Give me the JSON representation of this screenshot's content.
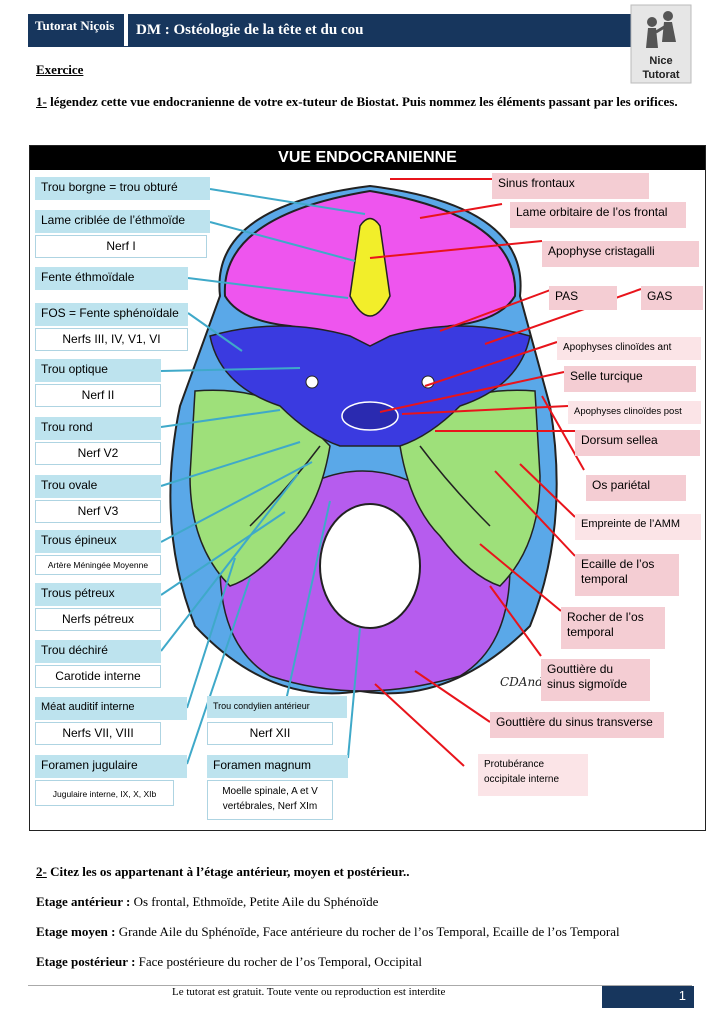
{
  "header": {
    "tab": "Tutorat Niçois",
    "title": "DM : Ostéologie de la tête et du cou",
    "logo_text_1": "Nice",
    "logo_text_2": "Tutorat"
  },
  "exercise": {
    "title": "Exercice",
    "q1_number": "1-",
    "q1_text": " légendez cette vue endocranienne de votre ex-tuteur de Biostat. Puis nommez les éléments passant par les orifices."
  },
  "figure": {
    "title": "VUE ENDOCRANIENNE",
    "signature": "CDAndré",
    "left_labels": [
      {
        "label": "Trou borgne = trou obturé"
      },
      {
        "label": "Lame criblée de l’éthmoïde",
        "answer": "Nerf I"
      },
      {
        "label": "Fente éthmoïdale"
      },
      {
        "label": "FOS = Fente sphénoïdale",
        "answer": "Nerfs III, IV, V1, VI"
      },
      {
        "label": "Trou optique",
        "answer": "Nerf II"
      },
      {
        "label": "Trou rond",
        "answer": "Nerf V2"
      },
      {
        "label": "Trou ovale",
        "answer": "Nerf V3"
      },
      {
        "label": "Trous épineux",
        "answer": "Artère Méningée Moyenne"
      },
      {
        "label": "Trous pétreux",
        "answer": "Nerfs pétreux"
      },
      {
        "label": "Trou déchiré",
        "answer": "Carotide interne"
      },
      {
        "label": "Méat auditif interne",
        "answer": "Nerfs VII, VIII"
      },
      {
        "label": "Foramen jugulaire",
        "answer": "Jugulaire interne, IX, X, XIb"
      }
    ],
    "center_labels": [
      {
        "label": "Trou condylien antérieur",
        "answer": "Nerf XII"
      },
      {
        "label": "Foramen magnum",
        "answer": "Moelle spinale, A et V vertébrales, Nerf XIm"
      }
    ],
    "right_labels": [
      "Sinus frontaux",
      "Lame orbitaire de l’os frontal",
      "Apophyse cristagalli",
      "PAS",
      "GAS",
      "Apophyses clinoïdes ant",
      "Selle turcique",
      "Apophyses clinoïdes post",
      "Dorsum sellea",
      "Os pariétal",
      "Empreinte de l’AMM",
      "Ecaille de l’os temporal",
      "Rocher de l’os temporal",
      "Gouttière du sinus sigmoïde",
      "Gouttière du sinus transverse",
      "Protubérance occipitale interne"
    ],
    "colors": {
      "frontal": "#ee55ee",
      "ethmoid": "#f2ee2a",
      "sphenoid": "#3a3ae0",
      "temporal": "#9ee07a",
      "parietal": "#5aa8e8",
      "occipital": "#b65cee",
      "blue_line": "#3fa9c9",
      "red_line": "#e8141b"
    }
  },
  "question2": {
    "number": "2-",
    "text": " Citez les os appartenant à l’étage antérieur, moyen et postérieur..",
    "rows": [
      {
        "label": "Etage antérieur :",
        "value": " Os frontal, Ethmoïde, Petite Aile du Sphénoïde"
      },
      {
        "label": "Etage moyen :",
        "value": " Grande Aile du Sphénoïde, Face antérieure du rocher de l’os Temporal, Ecaille de l’os Temporal"
      },
      {
        "label": "Etage postérieur :",
        "value": " Face postérieure du rocher de l’os Temporal, Occipital"
      }
    ]
  },
  "footer": {
    "text": "Le tutorat est gratuit. Toute vente ou reproduction est interdite",
    "page": "1"
  }
}
